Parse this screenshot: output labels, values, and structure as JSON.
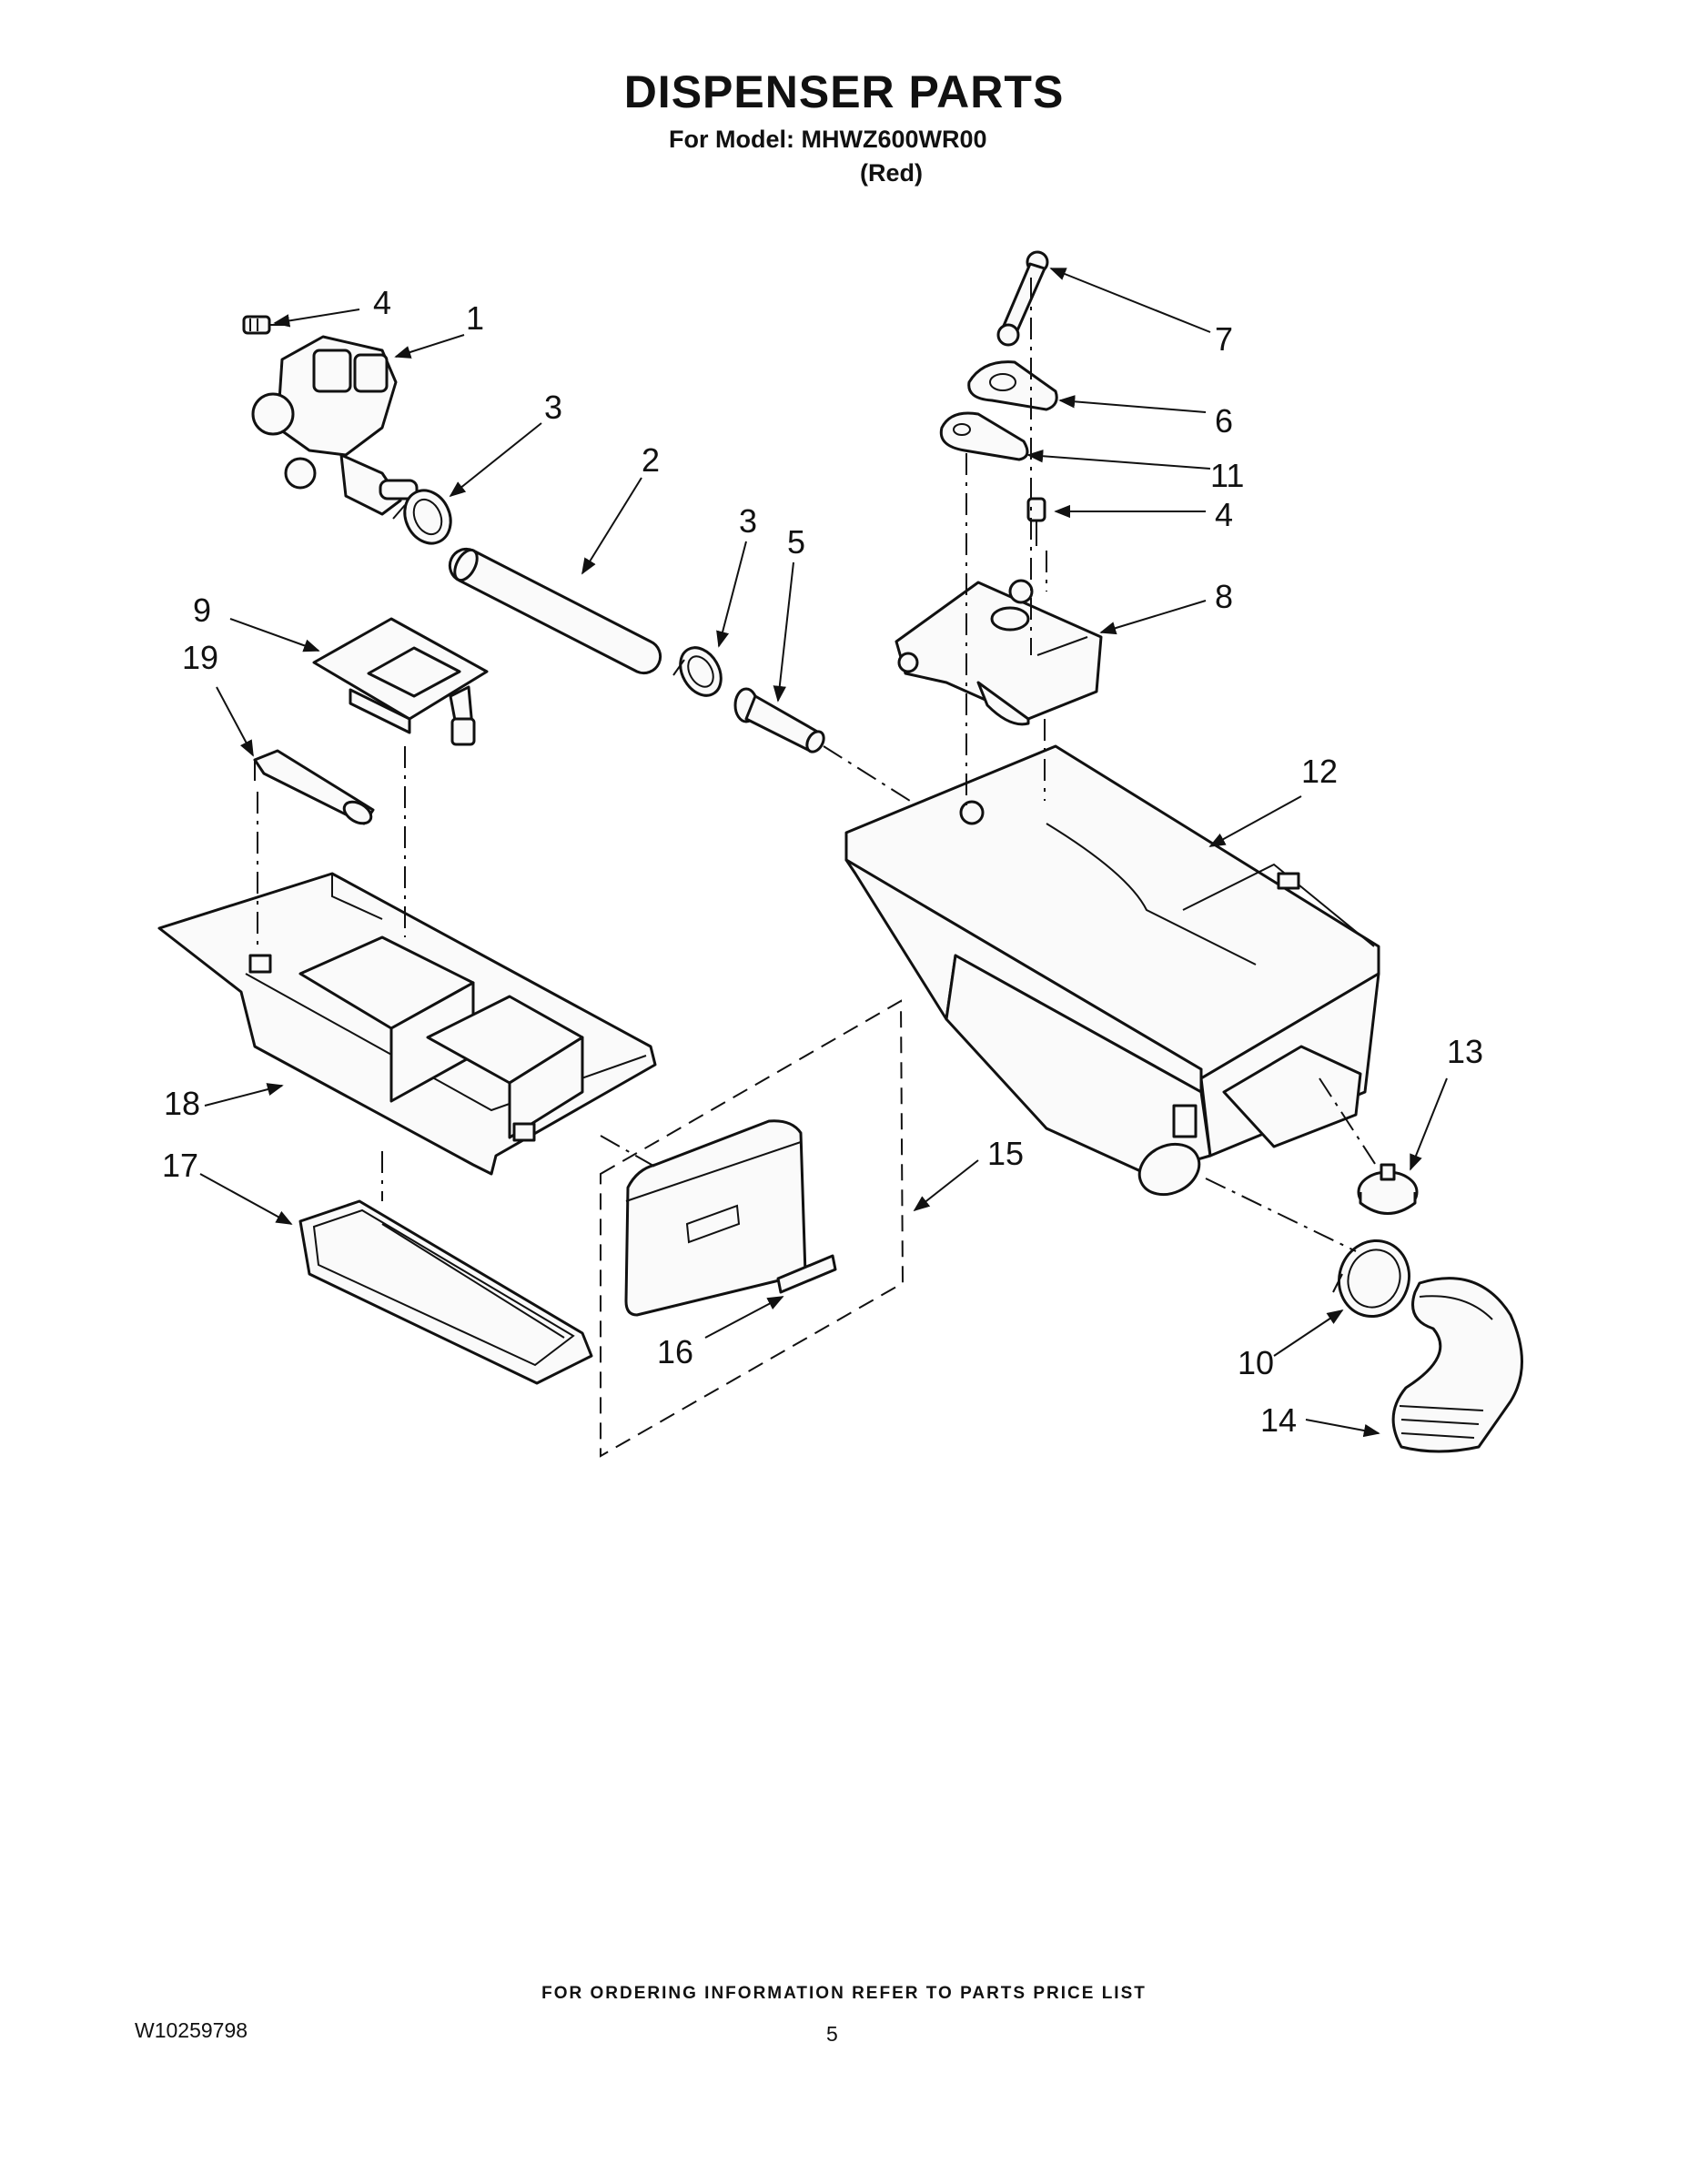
{
  "header": {
    "title": "DISPENSER PARTS",
    "subtitle": "For Model: MHWZ600WR00",
    "variant": "(Red)"
  },
  "diagram": {
    "callouts": [
      "4",
      "1",
      "3",
      "2",
      "3",
      "5",
      "9",
      "19",
      "7",
      "6",
      "11",
      "4",
      "8",
      "12",
      "18",
      "17",
      "15",
      "16",
      "13",
      "10",
      "14"
    ]
  },
  "footer": {
    "note": "FOR ORDERING INFORMATION REFER TO PARTS PRICE LIST",
    "doc_number": "W10259798",
    "page_number": "5"
  }
}
